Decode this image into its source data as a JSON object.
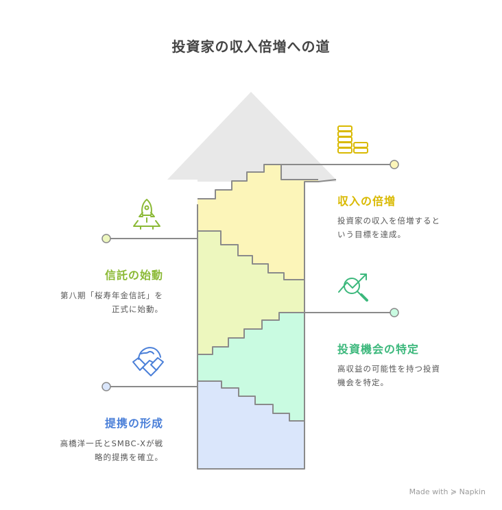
{
  "title": "投資家の収入倍増への道",
  "colors": {
    "yellow": "#FCF5B9",
    "green": "#EDF7BE",
    "mint": "#C9FBE1",
    "blue": "#DAE6FB",
    "arrow_head": "#E8E8E8",
    "yellow_text": "#D9B900",
    "green_text": "#8BB935",
    "mint_text": "#3CB87C",
    "blue_text": "#4A7FD8"
  },
  "steps": [
    {
      "heading": "収入の倍増",
      "desc_lines": [
        "投資家の収入を倍増すると",
        "いう目標を達成。"
      ],
      "icon": "coins-stack-icon"
    },
    {
      "heading": "信託の始動",
      "desc_lines": [
        "第八期「桜寿年金信託」を",
        "正式に始動。"
      ],
      "icon": "rocket-launch-icon"
    },
    {
      "heading": "投資機会の特定",
      "desc_lines": [
        "高収益の可能性を持つ投資",
        "機会を特定。"
      ],
      "icon": "chart-magnifier-icon"
    },
    {
      "heading": "提携の形成",
      "desc_lines": [
        "高橋洋一氏とSMBC-Xが戦",
        "略的提携を確立。"
      ],
      "icon": "handshake-globe-icon"
    }
  ],
  "credit": "Made with ≽ Napkin"
}
